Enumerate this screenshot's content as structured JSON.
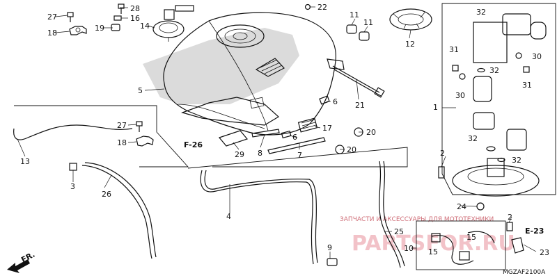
{
  "diagram_code": "MGZAF2100A",
  "direction_label": "FR.",
  "refs": {
    "f26": "F-26",
    "e23": "E-23"
  },
  "watermark": {
    "line": "ЗАПЧАСТИ И АКСЕССУАРЫ ДЛЯ МОТОТЕХНИКИ",
    "logo": "PARTSFOR.RU"
  },
  "callouts": {
    "c1": "1",
    "c2a": "2",
    "c2b": "2",
    "c3": "3",
    "c4": "4",
    "c5": "5",
    "c6a": "6",
    "c6b": "6",
    "c7": "7",
    "c8": "8",
    "c9": "9",
    "c10": "10",
    "c11a": "11",
    "c11b": "11",
    "c12": "12",
    "c13": "13",
    "c14": "14",
    "c15a": "15",
    "c15b": "15",
    "c16": "16",
    "c17": "17",
    "c18a": "18",
    "c18b": "18",
    "c19": "19",
    "c20a": "20",
    "c20b": "20",
    "c21": "21",
    "c22": "22",
    "c23": "23",
    "c24": "24",
    "c25": "25",
    "c26": "26",
    "c27a": "27",
    "c27b": "27",
    "c28": "28",
    "c29": "29",
    "c30a": "30",
    "c30b": "30",
    "c31a": "31",
    "c31b": "31",
    "c32a": "32",
    "c32b": "32",
    "c32c": "32",
    "c32d": "32"
  }
}
